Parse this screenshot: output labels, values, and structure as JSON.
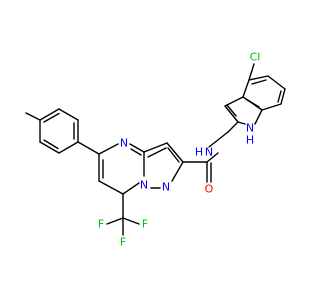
{
  "molecule": {
    "colors": {
      "bond": "#000000",
      "nitrogen": "#0000ff",
      "oxygen": "#ff0000",
      "chlorine": "#00c000",
      "fluorine": "#00c000"
    },
    "labels": {
      "cl": "Cl",
      "n_amide": "N",
      "h_amide": "H",
      "o_carbonyl": "O",
      "n_ring_upper": "N",
      "n_ring_lower1": "N",
      "n_ring_lower2": "N",
      "n_indole": "N",
      "h_indole": "H",
      "f1": "F",
      "f2": "F",
      "f3": "F"
    }
  }
}
